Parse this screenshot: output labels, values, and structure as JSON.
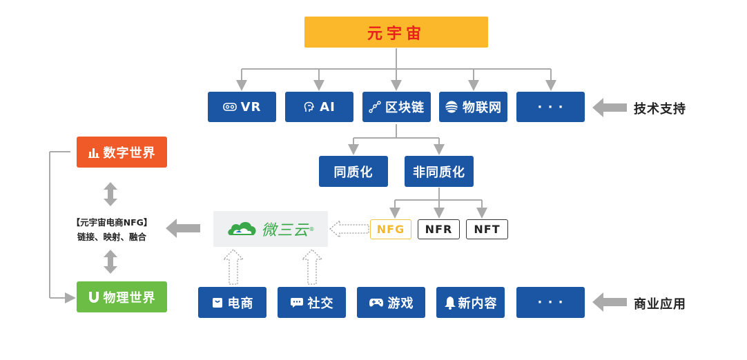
{
  "top": {
    "title": "元宇宙"
  },
  "tech": {
    "items": [
      {
        "label": "VR",
        "icon": "vr-headset-icon"
      },
      {
        "label": "AI",
        "icon": "ai-head-icon"
      },
      {
        "label": "区块链",
        "icon": "blockchain-icon"
      },
      {
        "label": "物联网",
        "icon": "iot-globe-icon"
      },
      {
        "label": "· · ·",
        "icon": ""
      }
    ],
    "side_label": "技术支持"
  },
  "token": {
    "homogeneous": "同质化",
    "non_homogeneous": "非同质化"
  },
  "nf": {
    "items": [
      "NFG",
      "NFR",
      "NFT"
    ],
    "highlight_color": "#f5c342"
  },
  "platform": {
    "name": "微三云",
    "superscript": "®",
    "logo_icon": "cloud-logo-icon"
  },
  "biz": {
    "items": [
      {
        "label": "电商",
        "icon": "shopping-bag-icon"
      },
      {
        "label": "社交",
        "icon": "chat-icon"
      },
      {
        "label": "游戏",
        "icon": "gamepad-icon"
      },
      {
        "label": "新内容",
        "icon": "bell-icon"
      },
      {
        "label": "· · ·",
        "icon": ""
      }
    ],
    "side_label": "商业应用"
  },
  "left": {
    "digital": {
      "label": "数字世界",
      "icon": "bar-chart-icon",
      "color": "#f05a28"
    },
    "physical": {
      "label": "物理世界",
      "icon": "magnet-icon",
      "color": "#6cbd45"
    },
    "center_line1": "【元宇宙电商NFG】",
    "center_line2": "链接、映射、融合"
  },
  "colors": {
    "top_bg": "#fbb82b",
    "top_text": "#e8201c",
    "blue": "#1a56a4",
    "arrow_gray": "#aaaaaa"
  }
}
